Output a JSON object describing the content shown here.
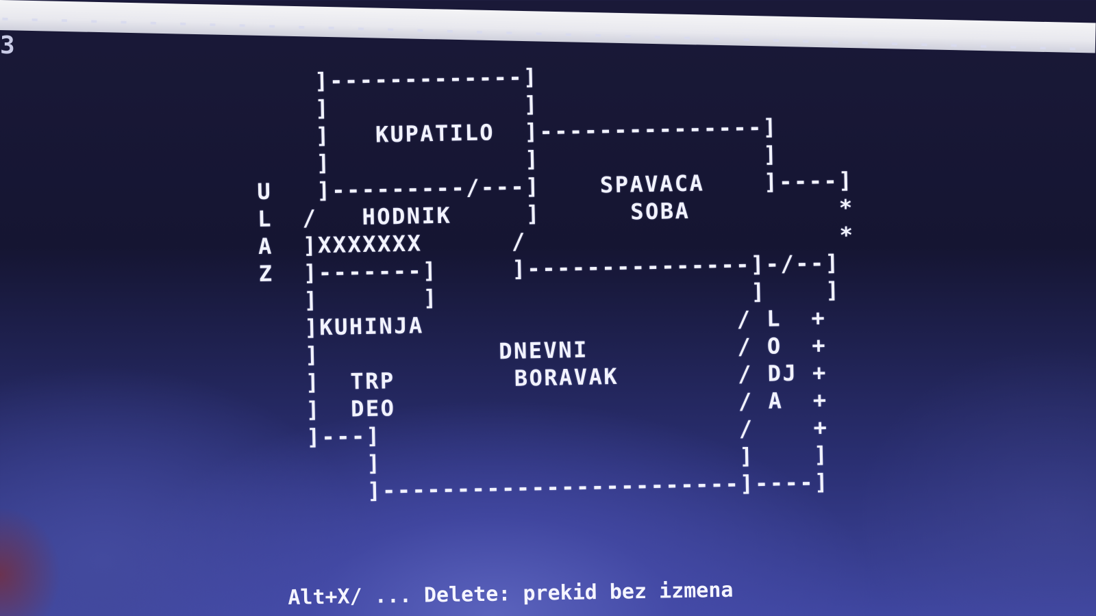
{
  "header": {
    "dash_rule": "- - - - - - - - - - - - - - - - - - - - - - - - - - - - - - - - - - - - - - - - - - - - - - - - - - - - - - - - - - - - - - - - - - - - -",
    "corner_digit": "3"
  },
  "ascii_plan": {
    "lines": [
      "    ]-------------]",
      "    ]             ]",
      "    ]   KUPATILO  ]---------------]",
      "    ]             ]               ]",
      "U   ]---------/---]    SPAVACA    ]----]",
      "L  /   HODNIK     ]      SOBA          *",
      "A  ]XXXXXXX      /                     *",
      "Z  ]-------]     ]---------------]-/--]",
      "   ]       ]                     ]    ]",
      "   ]KUHINJA                     / L  +",
      "   ]            DNEVNI          / O  +",
      "   ]  TRP        BORAVAK        / DJ +",
      "   ]  DEO                       / A  +",
      "   ]---]                        /    +",
      "       ]                        ]    ]",
      "       ]------------------------]----]"
    ]
  },
  "footer": {
    "status_text": "Alt+X/ ... Delete: prekid bez izmena"
  },
  "colors": {
    "screen_dark": "#151532",
    "screen_light": "#5b63bd",
    "text": "#f2f3ff"
  }
}
